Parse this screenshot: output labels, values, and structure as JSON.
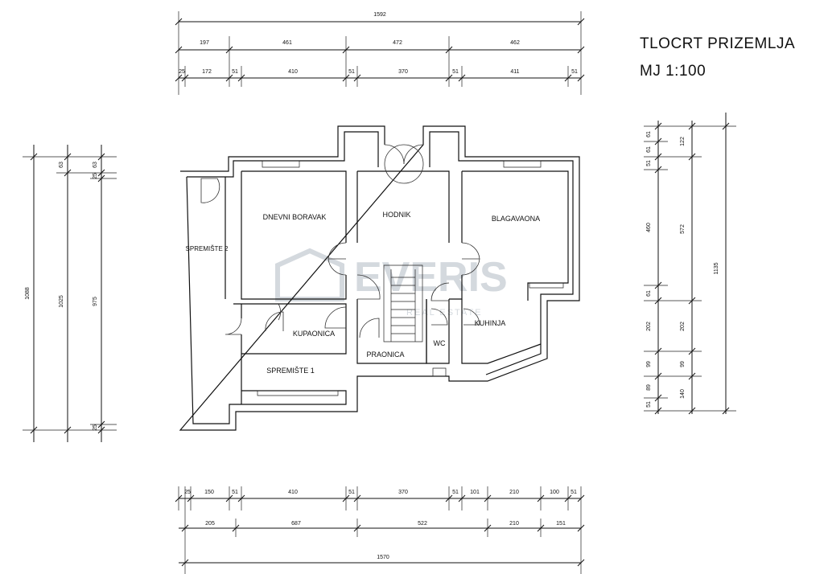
{
  "title": {
    "line1": "TLOCRT PRIZEMLJA",
    "line2": "MJ 1:100"
  },
  "watermark": {
    "main": "EVERIS",
    "sub": "REAL ESTATE"
  },
  "rooms": {
    "dnevni_boravak": "DNEVNI BORAVAK",
    "hodnik": "HODNIK",
    "blagavaona": "BLAGAVAONA",
    "spremiste_2": "SPREMIŠTE 2",
    "kupaonica": "KUPAONICA",
    "praonica": "PRAONICA",
    "wc": "WC",
    "kuhinja": "KUHINJA",
    "spremiste_1": "SPREMIŠTE 1"
  },
  "dims": {
    "top_total": "1592",
    "top_mid": [
      "197",
      "461",
      "472",
      "462"
    ],
    "top_inner": [
      "25",
      "172",
      "51",
      "410",
      "51",
      "370",
      "51",
      "411",
      "51"
    ],
    "bottom_inner": [
      "25",
      "150",
      "51",
      "410",
      "51",
      "370",
      "51",
      "101",
      "210",
      "100",
      "51"
    ],
    "bottom_mid": [
      "205",
      "687",
      "522",
      "210",
      "151"
    ],
    "bottom_total": "1570",
    "left": [
      "1088",
      "1025",
      "975"
    ],
    "left_small": [
      "63",
      "63",
      "25",
      "25"
    ],
    "right_inner": [
      "61",
      "61",
      "51",
      "460",
      "61",
      "202",
      "99",
      "89",
      "51"
    ],
    "right_mid": [
      "122",
      "572",
      "202",
      "99",
      "140"
    ],
    "right_total": "1135"
  }
}
